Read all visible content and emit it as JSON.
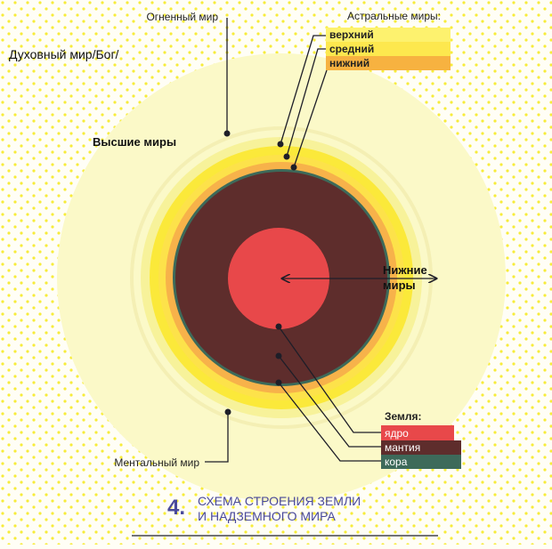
{
  "diagram": {
    "spiritual_world": "Духовный мир/Бог/",
    "fiery_world": "Огненный мир",
    "higher_worlds": "Высшие миры",
    "mental_world": "Ментальный мир",
    "lower_worlds_line1": "Нижние",
    "lower_worlds_line2": "миры",
    "astral": {
      "title": "Астральные миры:",
      "upper": "верхний",
      "middle": "средний",
      "lower": "нижний"
    },
    "earth": {
      "title": "Земля:",
      "core": "ядро",
      "mantle": "мантия",
      "crust": "кора"
    }
  },
  "caption": {
    "number": "4.",
    "line1": "СХЕМА СТРОЕНИЯ ЗЕМЛИ",
    "line2": "И НАДЗЕМНОГО МИРА"
  },
  "colors": {
    "background": "#fffef6",
    "dots": "#f7ec3a",
    "mental": "#fbf9c8",
    "astral_outer": "#f7f29a",
    "astral_upper": "#fbe93a",
    "astral_middle": "#fde24a",
    "astral_lower": "#f7b24a",
    "crust": "#3d6a5a",
    "mantle": "#5e2d2c",
    "core": "#e8484a",
    "label_upper": "#fdf26e",
    "label_middle": "#fde84e",
    "label_lower": "#f7b240",
    "caption": "#4a4a9a",
    "leader": "#1e1e28"
  }
}
